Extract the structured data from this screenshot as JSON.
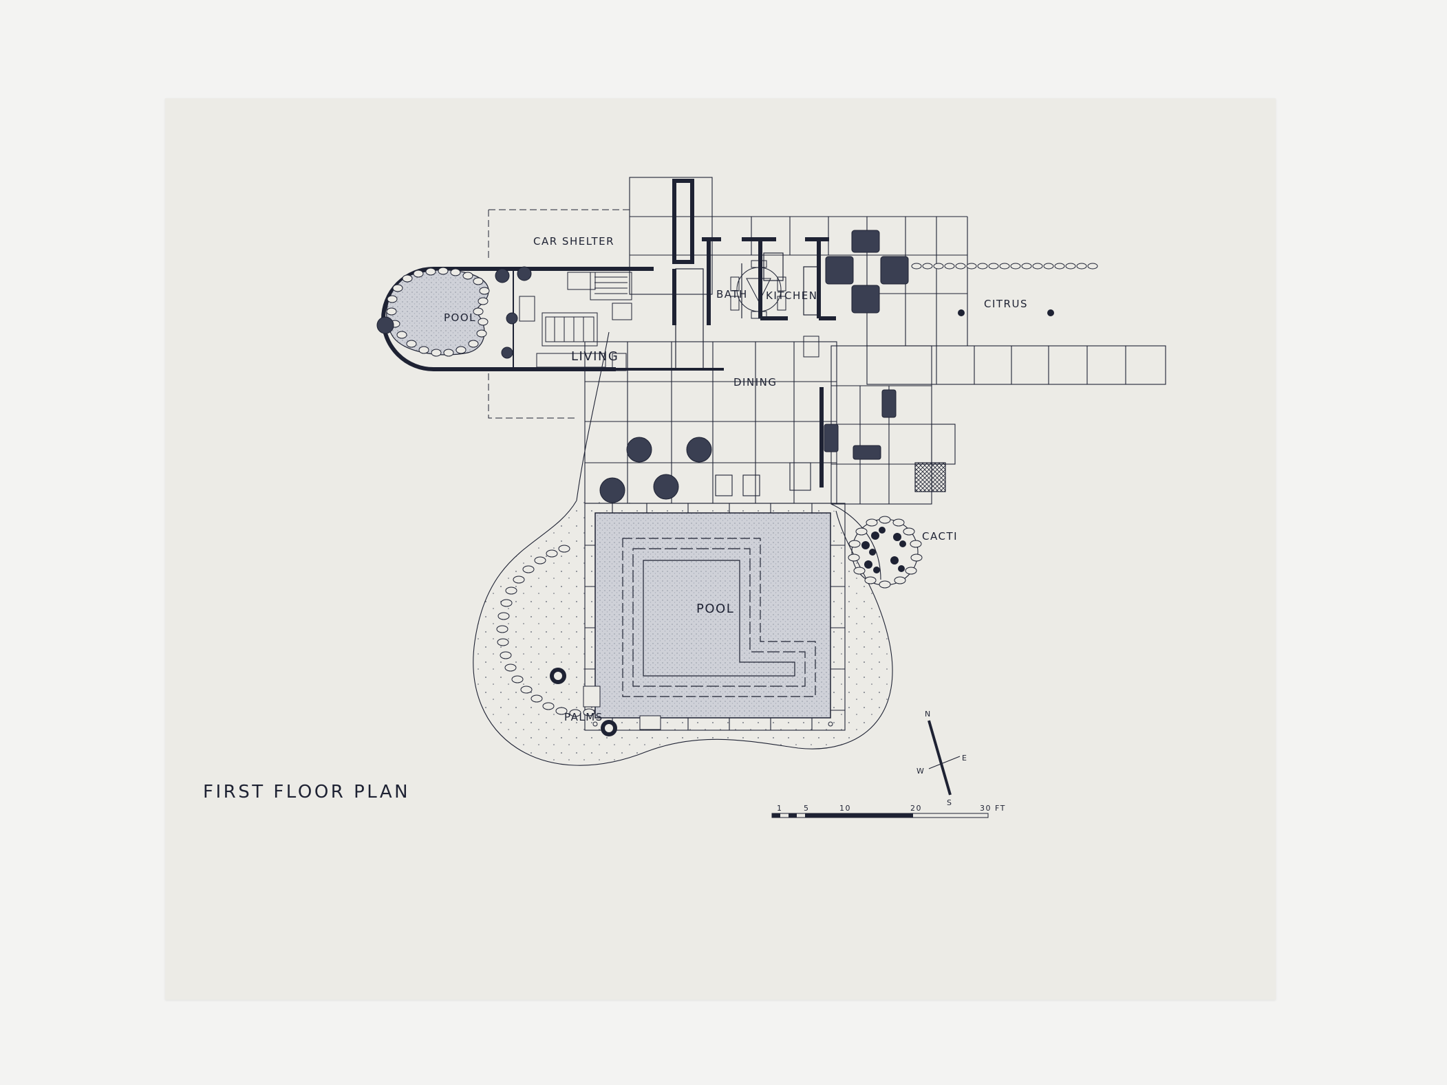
{
  "drawing": {
    "title": "FIRST FLOOR PLAN",
    "rooms": {
      "car_shelter": "CAR SHELTER",
      "bath": "BATH",
      "kitchen": "KITCHEN",
      "living": "LIVING",
      "dining": "DINING",
      "pool_small": "POOL",
      "pool_main": "POOL",
      "citrus": "CITRUS",
      "cacti": "CACTI",
      "palms": "PALMS"
    },
    "compass": {
      "n": "N",
      "s": "S",
      "e": "E",
      "w": "W"
    },
    "scale": {
      "t1": "1",
      "t5": "5",
      "t10": "10",
      "t20": "20",
      "t30": "30 FT"
    }
  },
  "colors": {
    "ink": "#1e2233",
    "paper": "#ecebe6",
    "background": "#f3f3f2",
    "water": "#c9cbd2"
  }
}
